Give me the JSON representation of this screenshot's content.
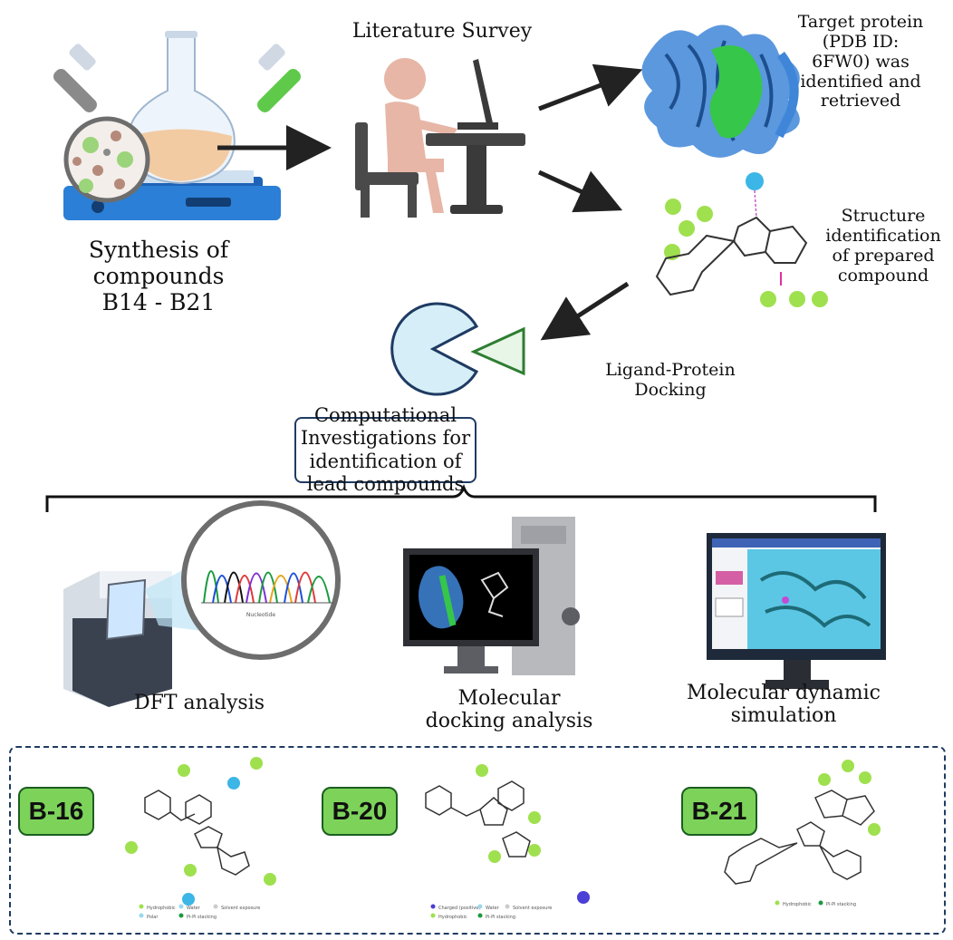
{
  "labels": {
    "synthesis": "Synthesis of compounds\nB14 - B21",
    "literature": "Literature Survey",
    "target": "Target protein\n(PDB ID:\n6FW0) was\nidentified and\nretrieved",
    "structure": "Structure\nidentification\nof prepared\ncompound",
    "docking": "Ligand-Protein\nDocking",
    "computational": "Computational Investigations for\nidentification of lead compounds",
    "dft": "DFT analysis",
    "molecular_docking": "Molecular\ndocking analysis",
    "md": "Molecular dynamic\nsimulation"
  },
  "chromatogram": {
    "axis_label": "Nucleotide"
  },
  "compounds": [
    {
      "name": "B-16",
      "legend": [
        "Hydrophobic",
        "Water",
        "Solvent exposure",
        "Polar",
        "Pi-Pi stacking"
      ]
    },
    {
      "name": "B-20",
      "legend": [
        "Charged (positive)",
        "Water",
        "Solvent exposure",
        "Hydrophobic",
        "Pi-Pi stacking"
      ]
    },
    {
      "name": "B-21",
      "legend": [
        "Hydrophobic",
        "Pi-Pi stacking"
      ]
    }
  ],
  "colors": {
    "frame": "#1f3b63",
    "badge": "#7dd35a",
    "protein": "#3f86d8",
    "helix": "#35c64a"
  }
}
